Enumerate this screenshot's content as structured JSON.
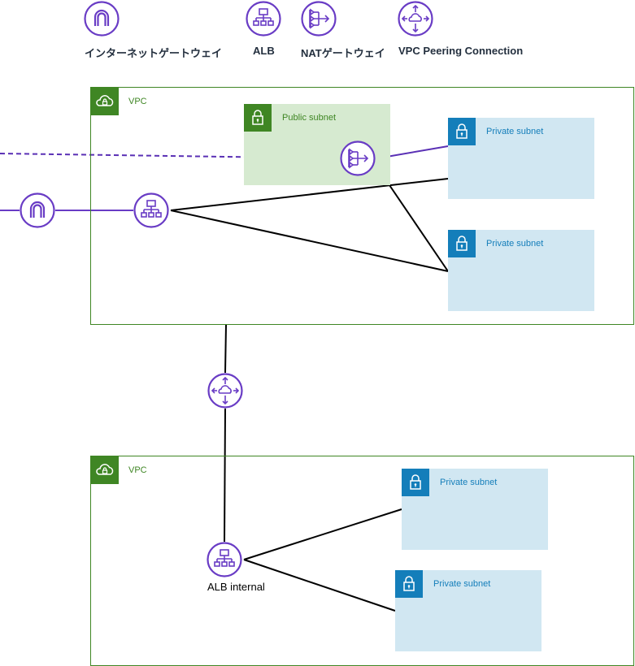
{
  "legend": {
    "igw_label": "インターネットゲートウェイ",
    "alb_label": "ALB",
    "nat_label": "NATゲートウェイ",
    "peering_label": "VPC Peering Connection"
  },
  "vpc_top": {
    "label": "VPC",
    "public_subnet": "Public subnet",
    "private_subnet_1": "Private subnet",
    "private_subnet_2": "Private subnet"
  },
  "vpc_bottom": {
    "label": "VPC",
    "alb_caption": "ALB internal",
    "private_subnet_1": "Private subnet",
    "private_subnet_2": "Private subnet"
  },
  "colors": {
    "vpc_green": "#3f8624",
    "subnet_blue": "#147eba",
    "private_fill": "#d1e7f2",
    "public_fill": "#d6ead0",
    "icon_purple": "#693cc5"
  }
}
